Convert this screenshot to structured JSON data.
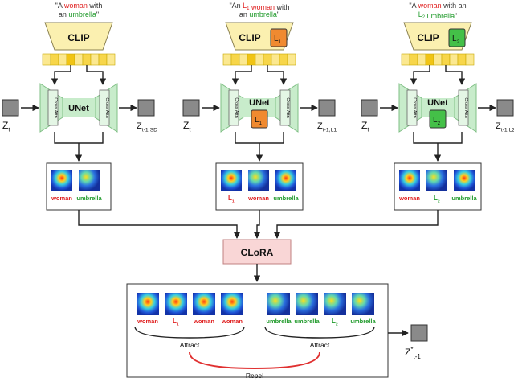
{
  "columns": [
    {
      "prompt_lines": [
        [
          {
            "t": "\"A ",
            "c": "plain"
          },
          {
            "t": "woman",
            "c": "red"
          },
          {
            "t": " with",
            "c": "plain"
          }
        ],
        [
          {
            "t": "an ",
            "c": "plain"
          },
          {
            "t": "umbrella",
            "c": "green"
          },
          {
            "t": "\"",
            "c": "plain"
          }
        ]
      ],
      "clip_label": "CLIP",
      "lora_label": "",
      "unet_label": "UNet",
      "cross_attn_left": "Cross Attn",
      "cross_attn_right": "Cross Attn",
      "z_in": "Z",
      "z_in_sub": "t",
      "z_out": "Z",
      "z_out_sub": "t-1,SD",
      "maps": [
        {
          "label": "woman",
          "color": "red"
        },
        {
          "label": "umbrella",
          "color": "green"
        }
      ]
    },
    {
      "prompt_lines": [
        [
          {
            "t": "\"An ",
            "c": "plain"
          },
          {
            "t": "L",
            "c": "red"
          },
          {
            "t": "1",
            "c": "red-sub"
          },
          {
            "t": " woman",
            "c": "red"
          },
          {
            "t": " with",
            "c": "plain"
          }
        ],
        [
          {
            "t": "an ",
            "c": "plain"
          },
          {
            "t": "umbrella",
            "c": "green"
          },
          {
            "t": "\"",
            "c": "plain"
          }
        ]
      ],
      "clip_label": "CLIP",
      "lora_label": "L",
      "lora_sub": "1",
      "lora_color": "#f08a30",
      "unet_label": "UNet",
      "cross_attn_left": "Cross Attn",
      "cross_attn_right": "Cross Attn",
      "z_in": "Z",
      "z_in_sub": "t",
      "z_out": "Z",
      "z_out_sub": "t-1,L1",
      "maps": [
        {
          "label": "L1",
          "color": "red"
        },
        {
          "label": "woman",
          "color": "red"
        },
        {
          "label": "umbrella",
          "color": "green"
        }
      ]
    },
    {
      "prompt_lines": [
        [
          {
            "t": "\"A ",
            "c": "plain"
          },
          {
            "t": "woman",
            "c": "red"
          },
          {
            "t": " with an",
            "c": "plain"
          }
        ],
        [
          {
            "t": "L",
            "c": "green"
          },
          {
            "t": "2",
            "c": "green-sub"
          },
          {
            "t": " umbrella",
            "c": "green"
          },
          {
            "t": "\"",
            "c": "plain"
          }
        ]
      ],
      "clip_label": "CLIP",
      "lora_label": "L",
      "lora_sub": "2",
      "lora_color": "#44c048",
      "unet_label": "UNet",
      "cross_attn_left": "Cross Attn",
      "cross_attn_right": "Cross Attn",
      "z_in": "Z",
      "z_in_sub": "t",
      "z_out": "Z",
      "z_out_sub": "t-1,L2",
      "maps": [
        {
          "label": "woman",
          "color": "red"
        },
        {
          "label": "L2",
          "color": "green"
        },
        {
          "label": "umbrella",
          "color": "green"
        }
      ]
    }
  ],
  "clora_label": "CLoRA",
  "bottom_maps": [
    {
      "label": "woman",
      "color": "red"
    },
    {
      "label": "L1",
      "color": "red"
    },
    {
      "label": "woman",
      "color": "red"
    },
    {
      "label": "woman",
      "color": "red"
    },
    {
      "label": "umbrella",
      "color": "green"
    },
    {
      "label": "umbrella",
      "color": "green"
    },
    {
      "label": "L2",
      "color": "green"
    },
    {
      "label": "umbrella",
      "color": "green"
    }
  ],
  "attract_label": "Attract",
  "repel_label": "Repel",
  "final_z": "Z",
  "final_z_sup": "*",
  "final_z_sub": "t-1",
  "colors": {
    "clip_fill": "#fbf0b0",
    "clip_stroke": "#8a8050",
    "token_light": "#fbe890",
    "token_mid": "#f7d64a",
    "token_dark": "#f1c414",
    "unet_fill": "#c8eccb",
    "unet_stroke": "#7fbf84",
    "clora_fill": "#f9d6d6",
    "clora_stroke": "#c08080",
    "latent_fill": "#8a8a8a",
    "red": "#e02020",
    "green": "#1f9a2a",
    "repel": "#e03030"
  }
}
